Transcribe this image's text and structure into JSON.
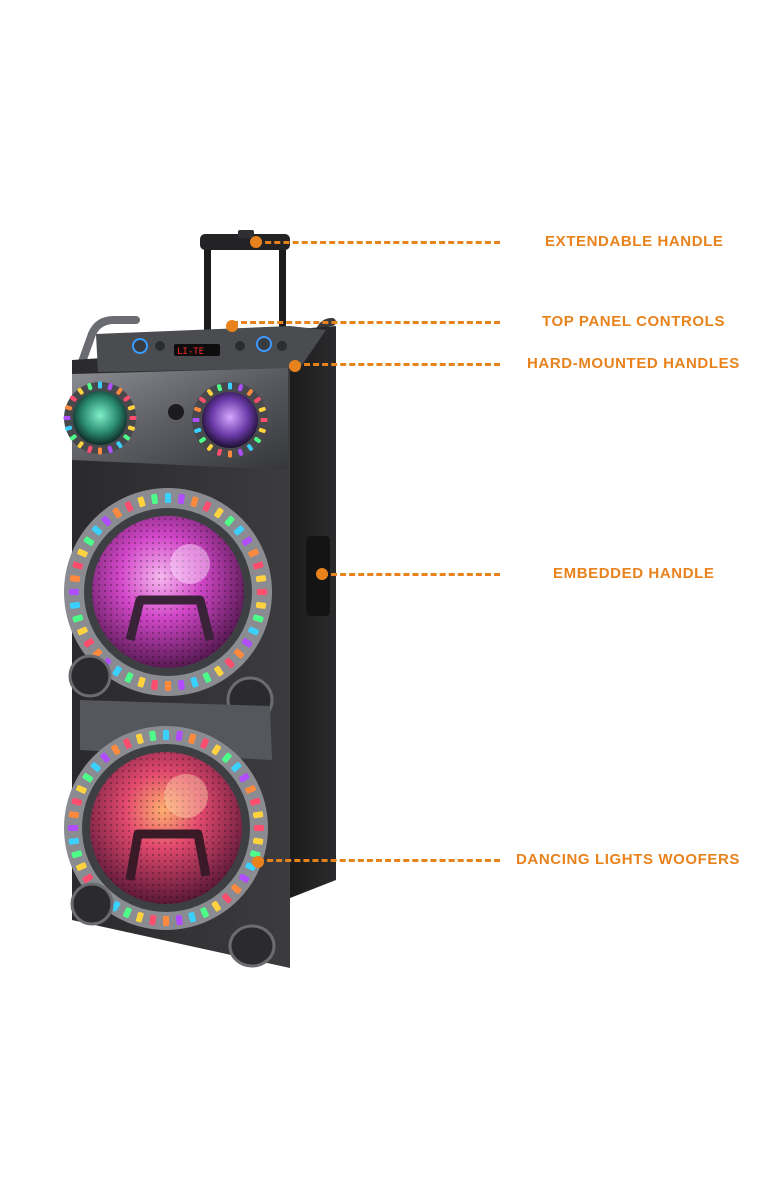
{
  "accent_color": "#e8821c",
  "product": {
    "display_text": "LI-TE"
  },
  "callouts": [
    {
      "id": "extendable-handle",
      "text": "EXTENDABLE HANDLE"
    },
    {
      "id": "top-panel-controls",
      "text": "TOP PANEL CONTROLS"
    },
    {
      "id": "hard-mounted-handles",
      "text": "HARD-MOUNTED HANDLES"
    },
    {
      "id": "embedded-handle",
      "text": "EMBEDDED HANDLE"
    },
    {
      "id": "dancing-lights-woofers",
      "text": "DANCING LIGHTS WOOFERS"
    }
  ]
}
